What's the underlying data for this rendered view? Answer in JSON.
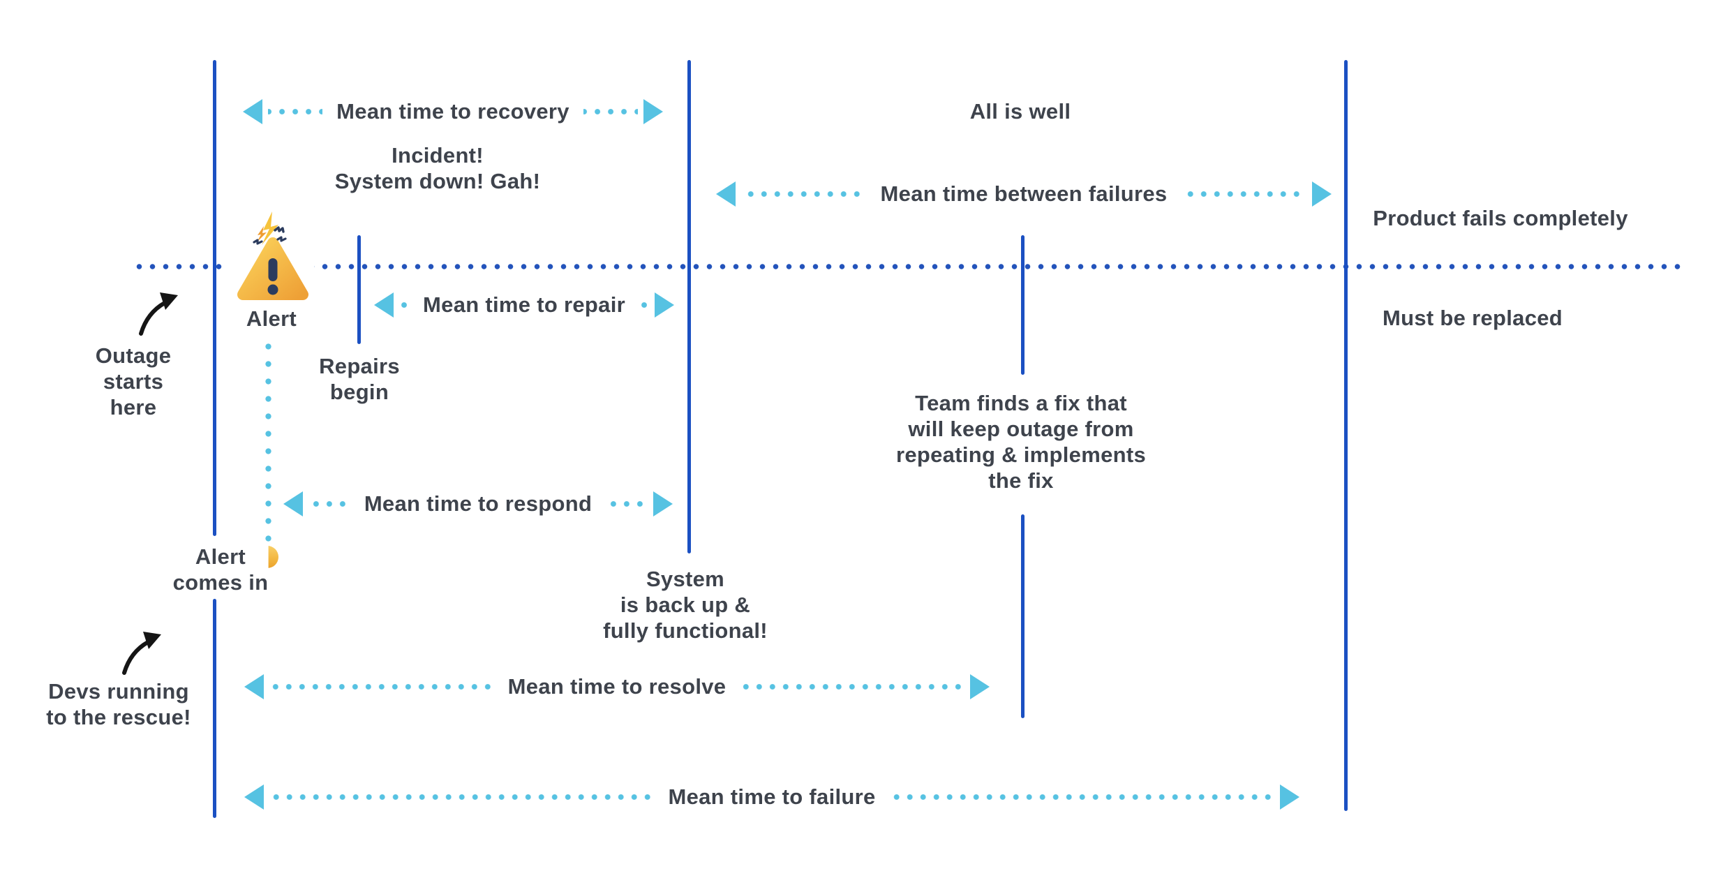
{
  "colors": {
    "line_blue": "#1b50c2",
    "dot_blue": "#2353bb",
    "cyan": "#56c2e2",
    "text": "#3e434c",
    "icon_gold": "#f8cc4d",
    "icon_orange": "#eea036",
    "icon_navy": "#2c3c5e",
    "arrow_black": "#151515"
  },
  "metric_arrows": [
    {
      "name": "mean-time-to-recovery",
      "label": "Mean time to recovery"
    },
    {
      "name": "mean-time-between-failures",
      "label": "Mean time between failures"
    },
    {
      "name": "mean-time-to-repair",
      "label": "Mean time to repair"
    },
    {
      "name": "mean-time-to-respond",
      "label": "Mean time to respond"
    },
    {
      "name": "mean-time-to-resolve",
      "label": "Mean time to resolve"
    },
    {
      "name": "mean-time-to-failure",
      "label": "Mean time to failure"
    }
  ],
  "annotations": {
    "incident": {
      "lines": [
        "Incident!",
        "System down! Gah!"
      ]
    },
    "all_is_well": {
      "lines": [
        "All is well"
      ]
    },
    "product_fails": {
      "lines": [
        "Product fails completely"
      ]
    },
    "must_be_replaced": {
      "lines": [
        "Must be replaced"
      ]
    },
    "alert_label": {
      "lines": [
        "Alert"
      ]
    },
    "repairs_begin": {
      "lines": [
        "Repairs",
        "begin"
      ]
    },
    "outage_starts": {
      "lines": [
        "Outage",
        "starts",
        "here"
      ]
    },
    "alert_comes_in": {
      "lines": [
        "Alert",
        "comes in"
      ]
    },
    "system_back_up": {
      "lines": [
        "System",
        "is back up &",
        "fully functional!"
      ]
    },
    "team_fix": {
      "lines": [
        "Team finds a fix that",
        "will keep outage from",
        "repeating & implements",
        "the fix"
      ]
    },
    "devs_rescue": {
      "lines": [
        "Devs running",
        "to the rescue!"
      ]
    }
  },
  "icons": {
    "warning": "warning-triangle-icon",
    "alert_dot": "alert-dot-icon",
    "outage_pointer": "curved-arrow-icon",
    "devs_pointer": "curved-arrow-icon"
  }
}
